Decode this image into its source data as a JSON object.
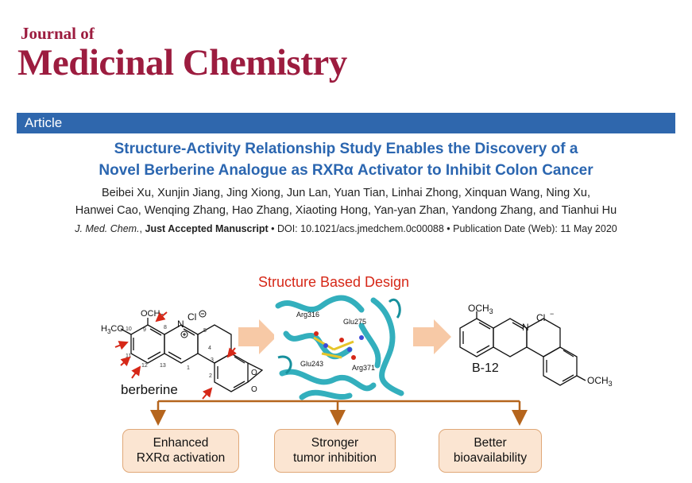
{
  "journal": {
    "line1": "Journal of",
    "line2": "Medicinal Chemistry"
  },
  "section": "Article",
  "paper": {
    "title_line1": "Structure-Activity Relationship Study Enables the Discovery of a",
    "title_line2": "Novel Berberine Analogue as RXRα Activator to Inhibit Colon Cancer",
    "authors_line1": "Beibei Xu, Xunjin Jiang, Jing Xiong, Jun Lan, Yuan Tian, Linhai Zhong, Xinquan Wang, Ning Xu,",
    "authors_line2": "Hanwei Cao, Wenqing Zhang, Hao Zhang, Xiaoting Hong, Yan-yan Zhan, Yandong Zhang, and Tianhui Hu",
    "citation": {
      "journal_abbrev": "J. Med. Chem.",
      "status": "Just Accepted Manuscript",
      "doi": " • DOI: 10.1021/acs.jmedchem.0c00088 • Publication Date (Web): 11 May 2020"
    }
  },
  "graphic": {
    "design_title": "Structure Based Design",
    "left_molecule": {
      "name": "berberine",
      "ome_top": "OCH",
      "ome_top_sub": "3",
      "meo_left": "H",
      "meo_left_sub": "3",
      "meo_left_rest": "CO",
      "chloride": "Cl",
      "n_label": "N",
      "numbers": [
        "9",
        "10",
        "11",
        "12",
        "13",
        "8",
        "5",
        "4",
        "3",
        "2",
        "1"
      ]
    },
    "protein_residues": [
      "Arg316",
      "Glu275",
      "Glu243",
      "Arg371"
    ],
    "right_molecule": {
      "name": "B-12",
      "ome_top": "OCH",
      "ome_top_sub": "3",
      "ome_bottom": "OCH",
      "ome_bottom_sub": "3",
      "chloride": "Cl",
      "n_label": "N"
    },
    "outcomes": [
      {
        "line1": "Enhanced",
        "line2": "RXRα activation"
      },
      {
        "line1": "Stronger",
        "line2": "tumor inhibition"
      },
      {
        "line1": "Better",
        "line2": "bioavailability"
      }
    ],
    "colors": {
      "journal": "#9c1c3f",
      "bar": "#2f67ad",
      "title": "#2b66b0",
      "design": "#d62818",
      "arrow": "#f7c9a6",
      "branch": "#b5651d",
      "box": "#fbe5d2",
      "protein": "#1ea7b6"
    }
  }
}
